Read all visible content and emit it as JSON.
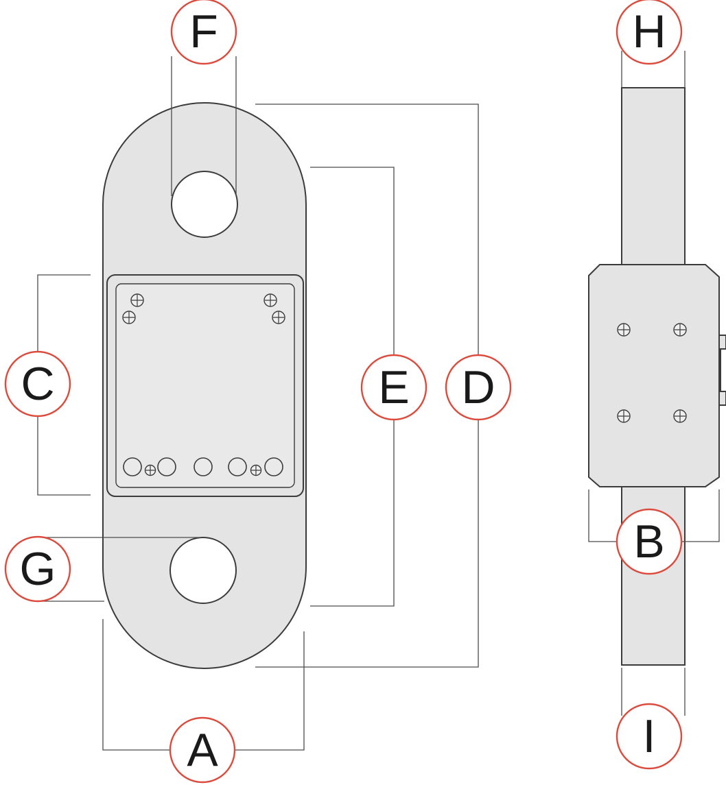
{
  "diagram": {
    "type": "technical-dimension-drawing",
    "colors": {
      "callout": "#dc4a3c",
      "body_fill": "#e4e4e4",
      "line": "#3b3b3b",
      "label_text": "#1a1a1a"
    },
    "icons": {
      "screw": "phillips-screw-cross-circle",
      "button": "round-push-button"
    },
    "callouts": {
      "a": "A",
      "b": "B",
      "c": "C",
      "d": "D",
      "e": "E",
      "f": "F",
      "g": "G",
      "h": "H",
      "i": "I"
    }
  }
}
